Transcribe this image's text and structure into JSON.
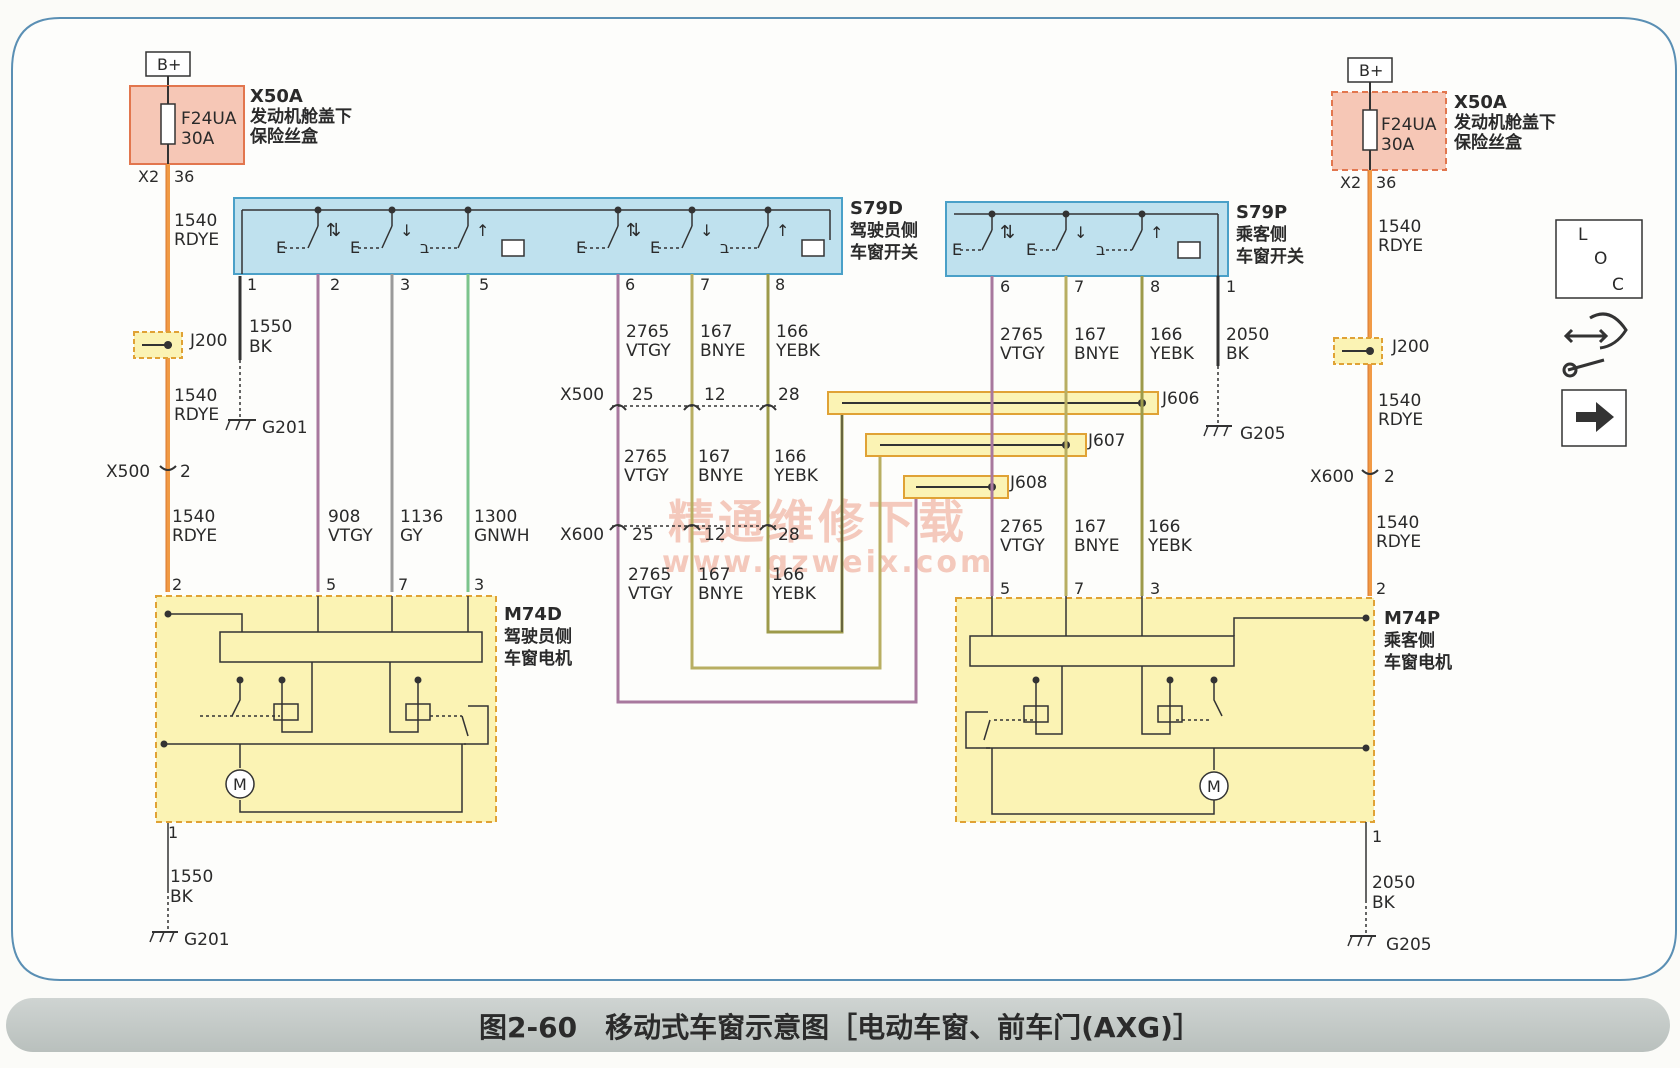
{
  "figure_caption": "图2-60　移动式车窗示意图［电动车窗、前车门(AXG)］",
  "watermark": {
    "line1": "精通维修下载",
    "line2": "www.gzweix.com"
  },
  "colors": {
    "rdye": "#f19a45",
    "vtgy": "#a8789e",
    "gy": "#9a9a9a",
    "gnwh": "#7cc48c",
    "bnye": "#b8ae62",
    "yebk": "#9d9a4a",
    "bk": "#333333",
    "fuse_fill": "#f6c7b6",
    "switch_fill": "#bfe1ee",
    "motor_fill": "#fbf3b4"
  },
  "left": {
    "bplus": "B+",
    "fuse_box": {
      "id": "X50A",
      "name_line1": "发动机舱盖下",
      "name_line2": "保险丝盒",
      "fuse": "F24UA",
      "rating": "30A",
      "connector": "X2",
      "pin": "36"
    },
    "wire_top": {
      "num": "1540",
      "color": "RDYE"
    },
    "splice": "J200",
    "wire_mid": {
      "num": "1540",
      "color": "RDYE"
    },
    "conn_x500": {
      "id": "X500",
      "pin": "2"
    },
    "wire_bot": {
      "num": "1540",
      "color": "RDYE"
    },
    "motor_pin_top": "2",
    "ground_wire": {
      "num": "1550",
      "color": "BK"
    },
    "ground": "G201",
    "motor_pin_bottom": "1",
    "bottom_wire": {
      "num": "1550",
      "color": "BK"
    },
    "bottom_ground": "G201"
  },
  "s79d": {
    "id": "S79D",
    "name_line1": "驾驶员侧",
    "name_line2": "车窗开关",
    "pins": [
      "1",
      "2",
      "3",
      "5",
      "6",
      "7",
      "8"
    ],
    "wires_to_motor": [
      {
        "num": "908",
        "color": "VTGY"
      },
      {
        "num": "1136",
        "color": "GY"
      },
      {
        "num": "1300",
        "color": "GNWH"
      }
    ],
    "upper_wires": [
      {
        "num": "2765",
        "color": "VTGY"
      },
      {
        "num": "167",
        "color": "BNYE"
      },
      {
        "num": "166",
        "color": "YEBK"
      }
    ],
    "x500": {
      "id": "X500",
      "pins": [
        "25",
        "12",
        "28"
      ]
    },
    "mid_wires": [
      {
        "num": "2765",
        "color": "VTGY"
      },
      {
        "num": "167",
        "color": "BNYE"
      },
      {
        "num": "166",
        "color": "YEBK"
      }
    ],
    "x600": {
      "id": "X600",
      "pins": [
        "25",
        "12",
        "28"
      ]
    },
    "lower_wires": [
      {
        "num": "2765",
        "color": "VTGY"
      },
      {
        "num": "167",
        "color": "BNYE"
      },
      {
        "num": "166",
        "color": "YEBK"
      }
    ]
  },
  "m74d": {
    "id": "M74D",
    "name_line1": "驾驶员侧",
    "name_line2": "车窗电机",
    "pins": [
      "5",
      "7",
      "3"
    ],
    "motor_label": "M"
  },
  "splices": {
    "j606": "J606",
    "j607": "J607",
    "j608": "J608"
  },
  "s79p": {
    "id": "S79P",
    "name_line1": "乘客侧",
    "name_line2": "车窗开关",
    "pins": [
      "6",
      "7",
      "8",
      "1"
    ],
    "upper_wires": [
      {
        "num": "2765",
        "color": "VTGY"
      },
      {
        "num": "167",
        "color": "BNYE"
      },
      {
        "num": "166",
        "color": "YEBK"
      }
    ],
    "ground_wire": {
      "num": "2050",
      "color": "BK"
    },
    "ground": "G205",
    "lower_wires": [
      {
        "num": "2765",
        "color": "VTGY"
      },
      {
        "num": "167",
        "color": "BNYE"
      },
      {
        "num": "166",
        "color": "YEBK"
      }
    ]
  },
  "m74p": {
    "id": "M74P",
    "name_line1": "乘客侧",
    "name_line2": "车窗电机",
    "pins": [
      "5",
      "7",
      "3"
    ],
    "motor_label": "M"
  },
  "right": {
    "bplus": "B+",
    "fuse_box": {
      "id": "X50A",
      "name_line1": "发动机舱盖下",
      "name_line2": "保险丝盒",
      "fuse": "F24UA",
      "rating": "30A",
      "connector": "X2",
      "pin": "36"
    },
    "wire_top": {
      "num": "1540",
      "color": "RDYE"
    },
    "splice": "J200",
    "wire_mid": {
      "num": "1540",
      "color": "RDYE"
    },
    "conn_x600": {
      "id": "X600",
      "pin": "2"
    },
    "wire_bot": {
      "num": "1540",
      "color": "RDYE"
    },
    "motor_pin_top": "2",
    "motor_pin_bottom": "1",
    "bottom_wire": {
      "num": "2050",
      "color": "BK"
    },
    "bottom_ground": "G205"
  },
  "legend_box": {
    "l": "L",
    "o": "O",
    "c": "C"
  }
}
